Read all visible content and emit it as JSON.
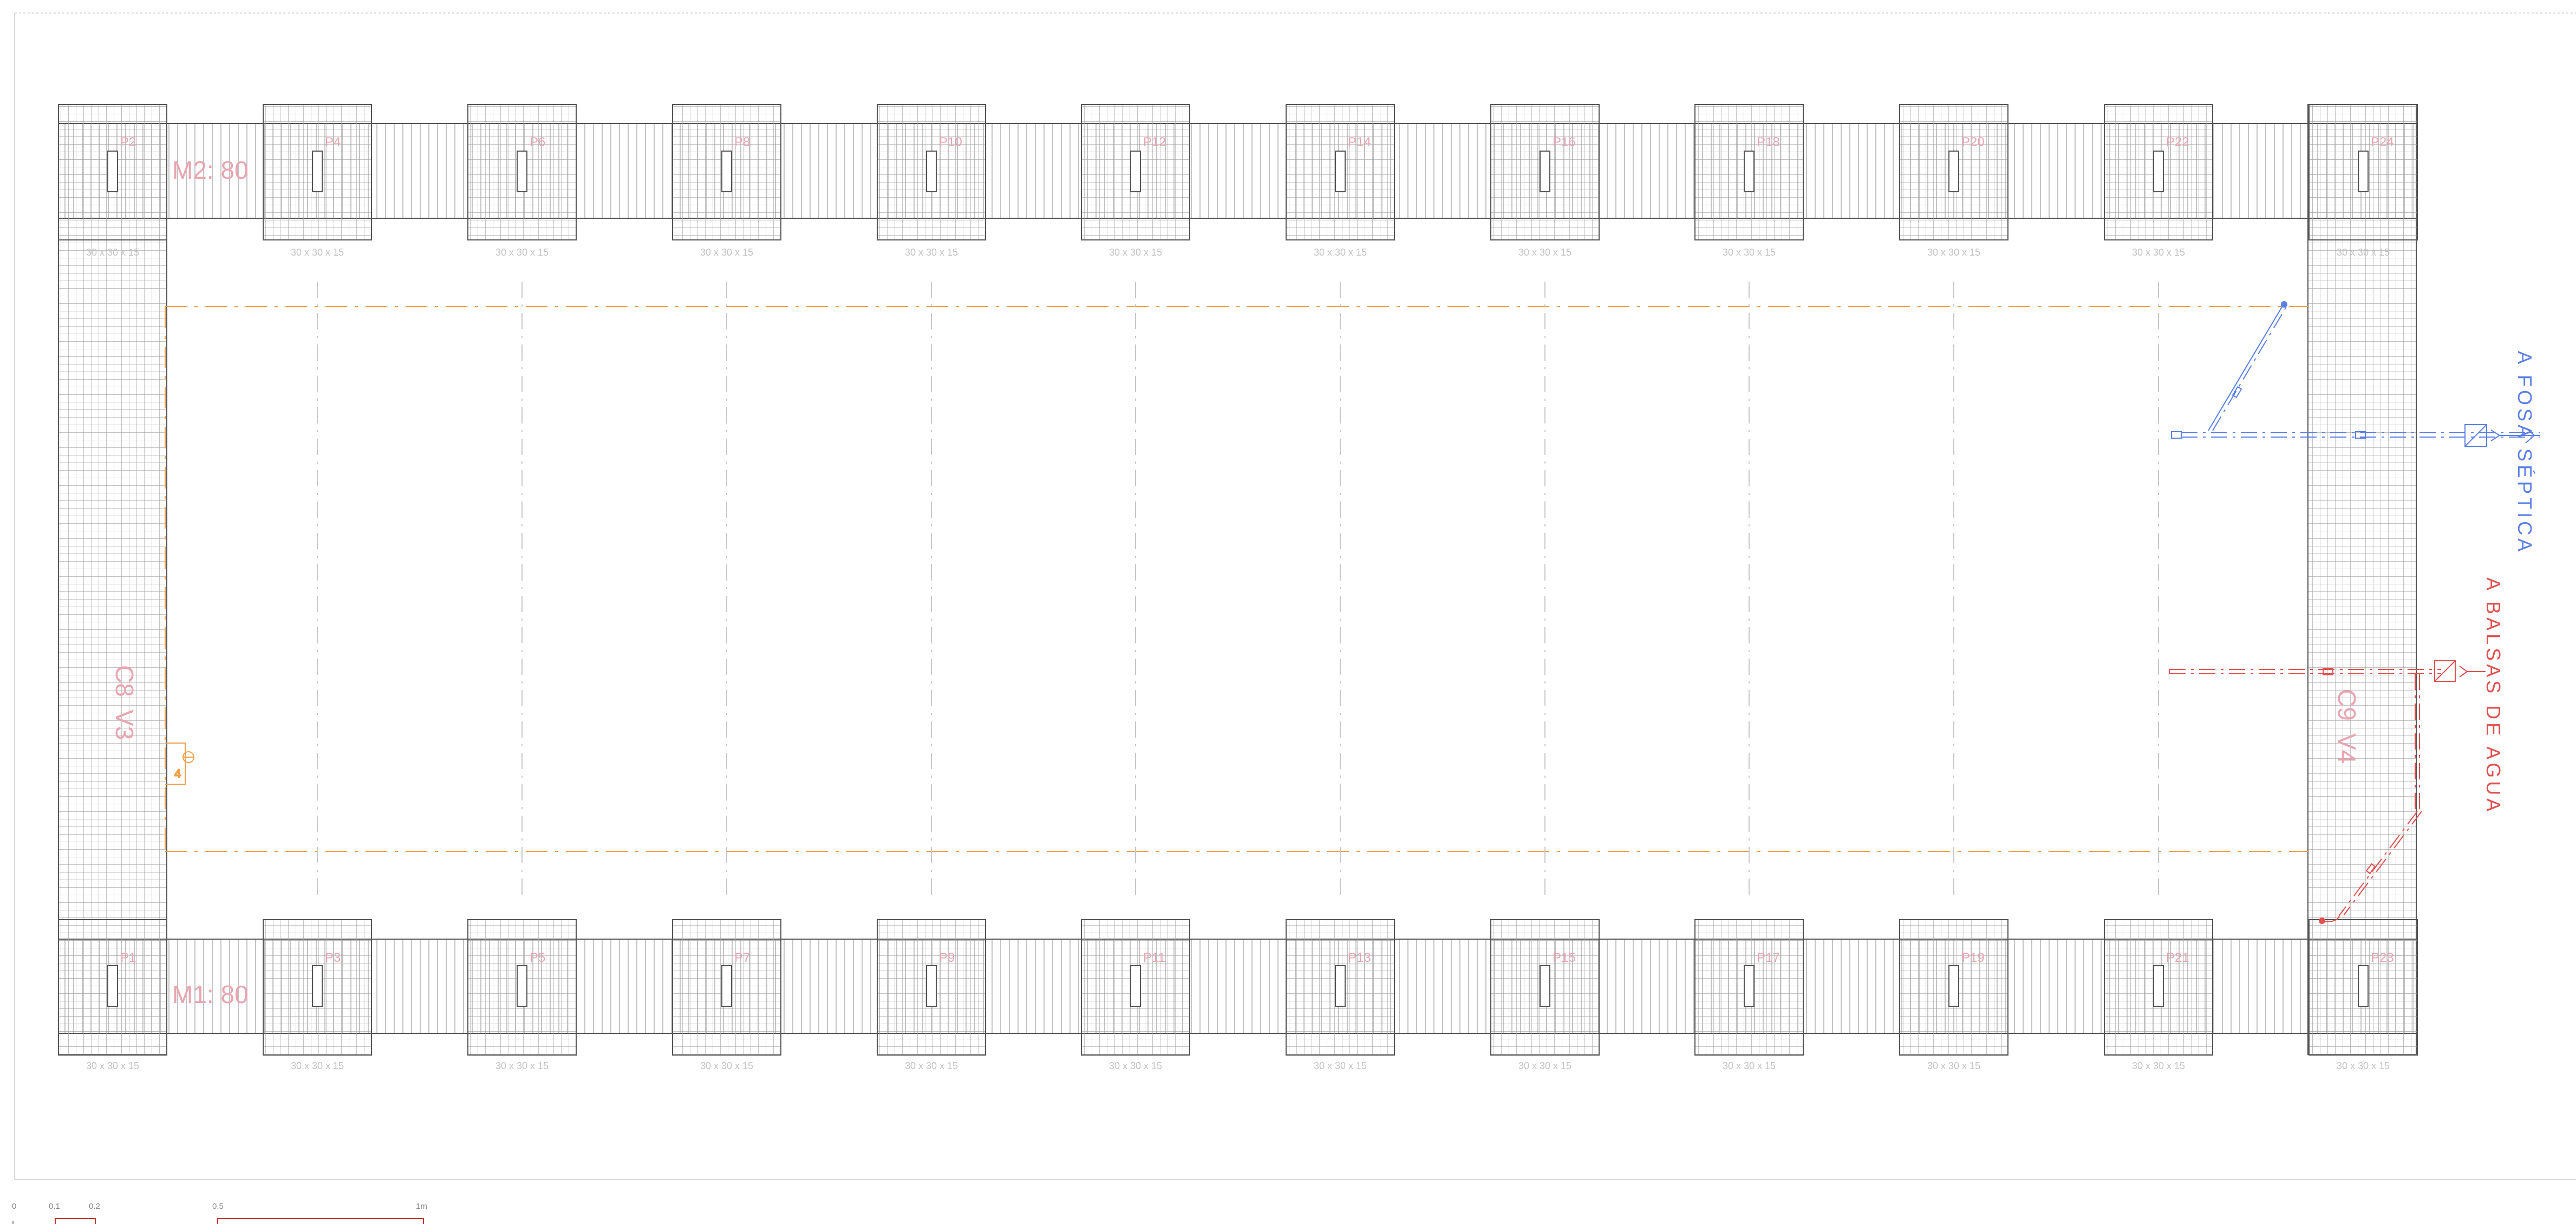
{
  "colors": {
    "background": "#ffffff",
    "outline": "#555555",
    "hatch": "#a7a7a7",
    "label": "#e8a5b0",
    "dimension": "#c3c3c3",
    "axis": "#c8c8c8",
    "orange": "#f0a048",
    "blue": "#5b7fe6",
    "red": "#e0504f",
    "scale": "#c0392b"
  },
  "beams": {
    "top": "M2: 80",
    "bottom": "M1: 80",
    "left_a": "C8",
    "left_b": "V3",
    "right_a": "C9",
    "right_b": "V4"
  },
  "piles": {
    "top": [
      "P2",
      "P4",
      "P6",
      "P8",
      "P10",
      "P12",
      "P14",
      "P16",
      "P18",
      "P20",
      "P22",
      "P24"
    ],
    "bottom": [
      "P1",
      "P3",
      "P5",
      "P7",
      "P9",
      "P11",
      "P13",
      "P15",
      "P17",
      "P19",
      "P21",
      "P23"
    ],
    "dimension": "30 x 30 x 15"
  },
  "orange_tag": "4",
  "runs": {
    "septic": "A FOSA SÉPTICA",
    "water": "A BALSAS DE AGUA"
  },
  "scale": {
    "ticks": [
      "0",
      "0.1",
      "0.2",
      "0.5",
      "1m"
    ]
  }
}
